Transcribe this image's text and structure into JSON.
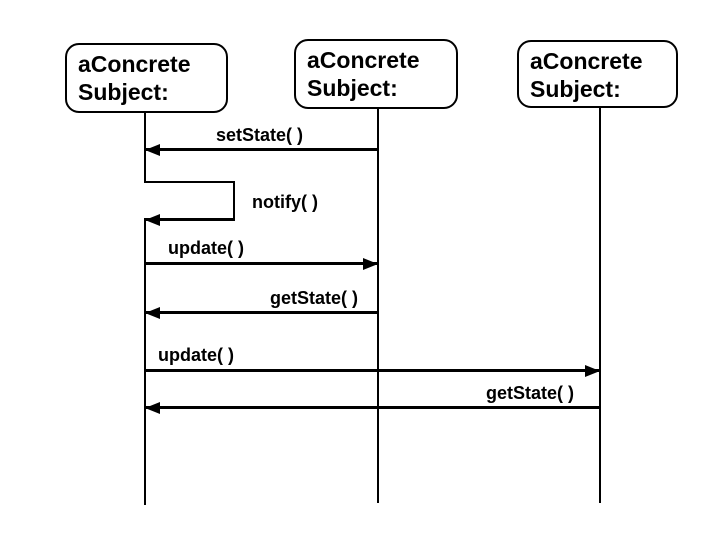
{
  "diagram": {
    "kind": "uml-sequence-diagram",
    "background_color": "#ffffff",
    "line_color": "#000000",
    "text_color": "#000000",
    "objects": [
      {
        "id": "subject-1",
        "lines": [
          "aConcrete",
          "Subject:"
        ]
      },
      {
        "id": "subject-2",
        "lines": [
          "aConcrete",
          "Subject:"
        ]
      },
      {
        "id": "subject-3",
        "lines": [
          "aConcrete",
          "Subject:"
        ]
      }
    ],
    "messages": [
      {
        "label": "setState( )",
        "from": "subject-2",
        "to": "subject-1",
        "direction": "left"
      },
      {
        "label": "notify( )",
        "from": "subject-1",
        "to": "subject-1",
        "direction": "self"
      },
      {
        "label": "update( )",
        "from": "subject-1",
        "to": "subject-2",
        "direction": "right"
      },
      {
        "label": "getState( )",
        "from": "subject-2",
        "to": "subject-1",
        "direction": "left"
      },
      {
        "label": "update( )",
        "from": "subject-1",
        "to": "subject-3",
        "direction": "right"
      },
      {
        "label": "getState( )",
        "from": "subject-3",
        "to": "subject-1",
        "direction": "left"
      }
    ]
  }
}
